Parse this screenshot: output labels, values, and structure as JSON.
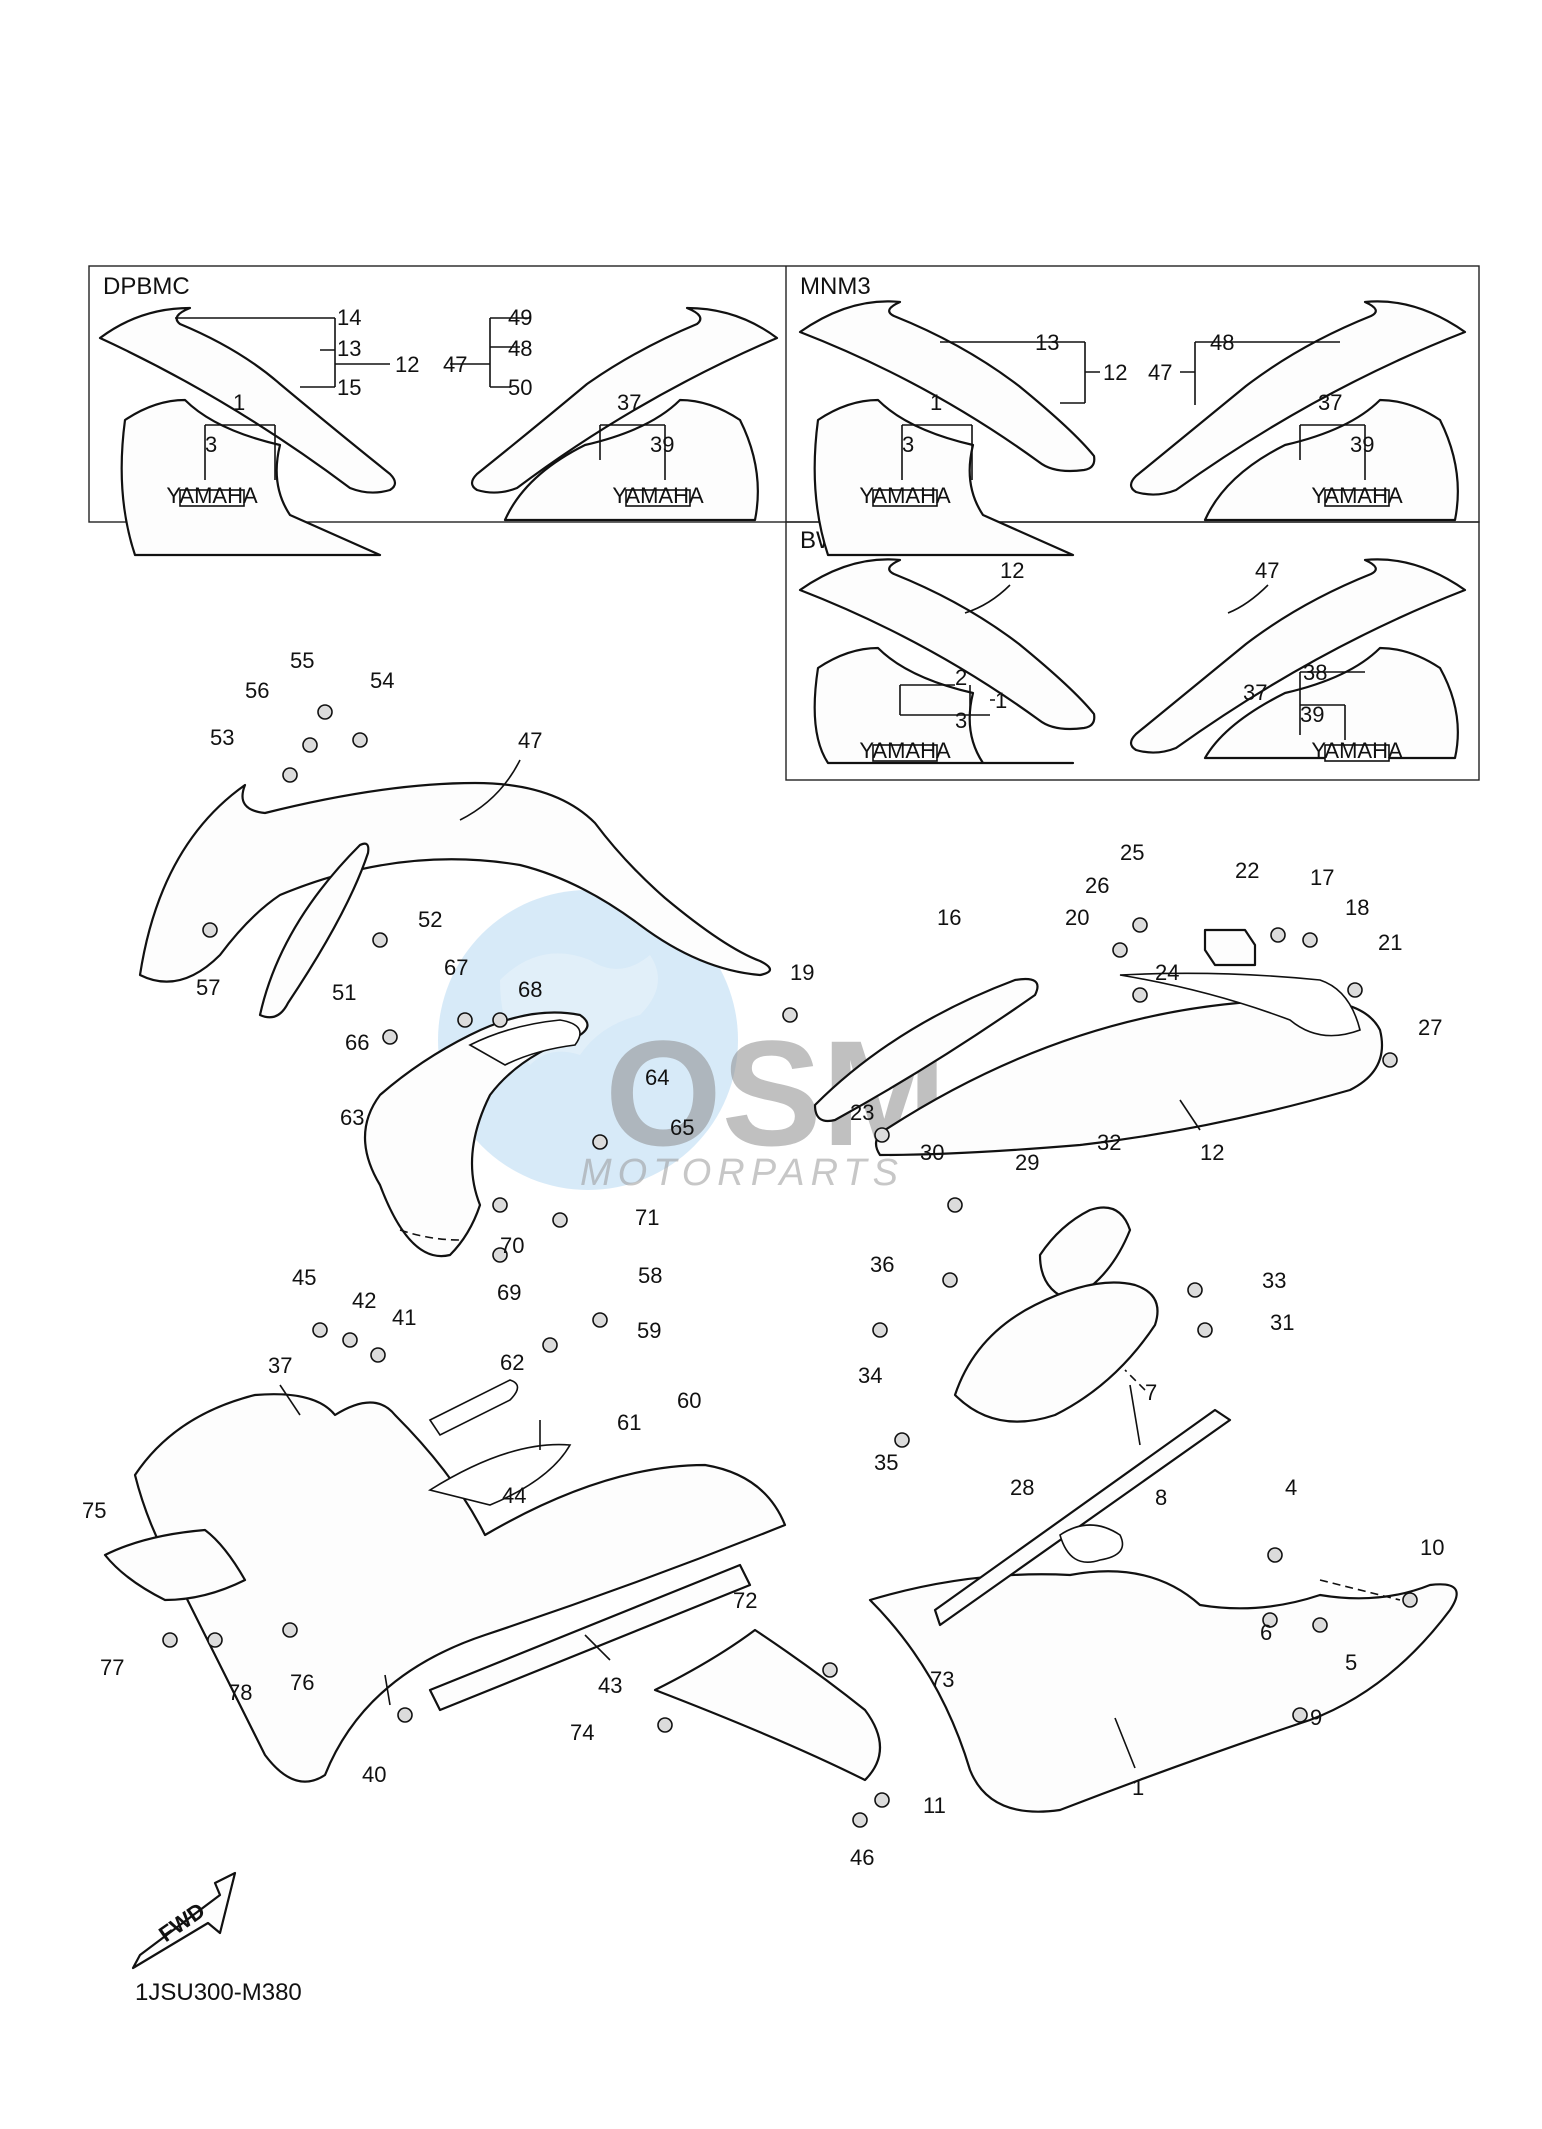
{
  "diagram_code": "1JSU300-M380",
  "fwd_label": "FWD",
  "watermark": {
    "brand": "OSM",
    "sub": "MOTORPARTS"
  },
  "variants": [
    {
      "id": "dpbmc",
      "title": "DPBMC"
    },
    {
      "id": "mnm3",
      "title": "MNM3"
    },
    {
      "id": "bwc1",
      "title": "BWC1"
    }
  ],
  "callouts": {
    "dpbmc": [
      "14",
      "13",
      "15",
      "12",
      "49",
      "48",
      "50",
      "47",
      "1",
      "3",
      "37",
      "39"
    ],
    "mnm3": [
      "13",
      "12",
      "48",
      "47",
      "1",
      "3",
      "37",
      "39"
    ],
    "bwc1": [
      "12",
      "47",
      "2",
      "1",
      "3",
      "38",
      "37",
      "39"
    ]
  },
  "parts": [
    "1",
    "2",
    "3",
    "4",
    "5",
    "6",
    "7",
    "8",
    "9",
    "10",
    "11",
    "12",
    "13",
    "14",
    "15",
    "16",
    "17",
    "18",
    "19",
    "20",
    "21",
    "22",
    "23",
    "24",
    "25",
    "26",
    "27",
    "28",
    "29",
    "30",
    "31",
    "32",
    "33",
    "34",
    "35",
    "36",
    "37",
    "38",
    "39",
    "40",
    "41",
    "42",
    "43",
    "44",
    "45",
    "46",
    "47",
    "48",
    "49",
    "50",
    "51",
    "52",
    "53",
    "54",
    "55",
    "56",
    "57",
    "58",
    "59",
    "60",
    "61",
    "62",
    "63",
    "64",
    "65",
    "66",
    "67",
    "68",
    "69",
    "70",
    "71",
    "72",
    "73",
    "74",
    "75",
    "76",
    "77",
    "78"
  ],
  "decal_text": "YAMAHA",
  "colors": {
    "line": "#111111",
    "watermark_blue": "#7fb7e6",
    "watermark_gray": "#8d8d8d"
  }
}
